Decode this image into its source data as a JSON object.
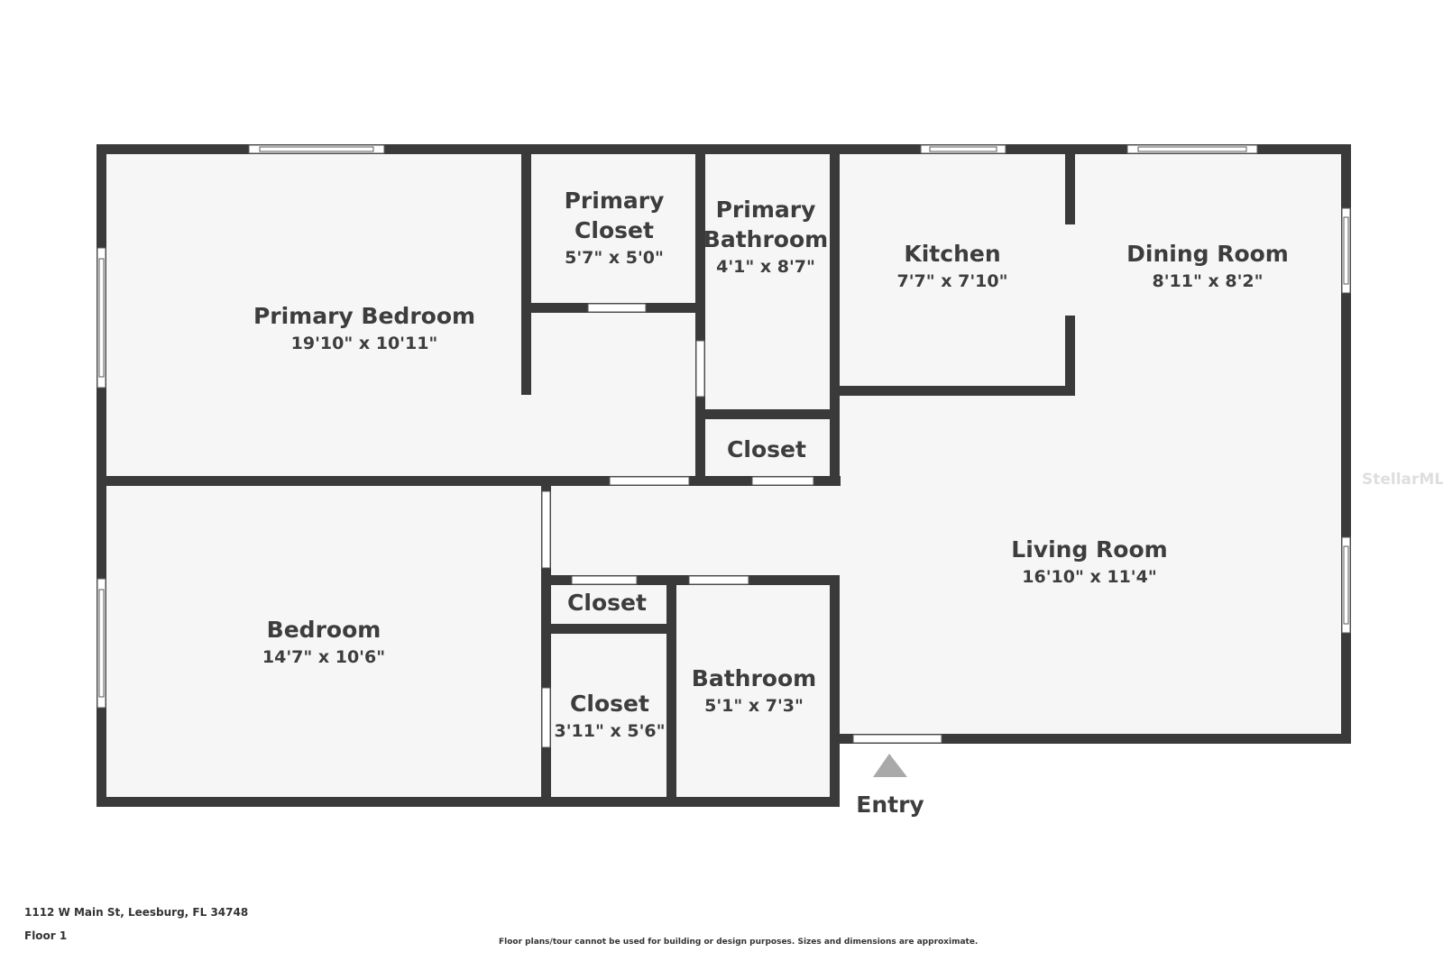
{
  "footer": {
    "address": "1112 W Main St, Leesburg, FL 34748",
    "floor": "Floor 1",
    "disclaimer": "Floor plans/tour cannot be used for building or design purposes. Sizes and dimensions are approximate."
  },
  "watermark": "StellarMLS",
  "entry_label": "Entry",
  "rooms": {
    "primary_bedroom": {
      "name": "Primary Bedroom",
      "dim": "19'10\" x 10'11\""
    },
    "primary_closet": {
      "name_1": "Primary",
      "name_2": "Closet",
      "dim": "5'7\" x 5'0\""
    },
    "primary_bathroom": {
      "name_1": "Primary",
      "name_2": "Bathroom",
      "dim": "4'1\" x 8'7\""
    },
    "kitchen": {
      "name": "Kitchen",
      "dim": "7'7\" x 7'10\""
    },
    "dining_room": {
      "name": "Dining Room",
      "dim": "8'11\" x 8'2\""
    },
    "closet_upper": {
      "name": "Closet"
    },
    "living_room": {
      "name": "Living Room",
      "dim": "16'10\" x 11'4\""
    },
    "bedroom": {
      "name": "Bedroom",
      "dim": "14'7\" x 10'6\""
    },
    "closet_small": {
      "name": "Closet"
    },
    "closet_lower": {
      "name": "Closet",
      "dim": "3'11\" x 5'6\""
    },
    "bathroom": {
      "name": "Bathroom",
      "dim": "5'1\" x 7'3\""
    }
  }
}
